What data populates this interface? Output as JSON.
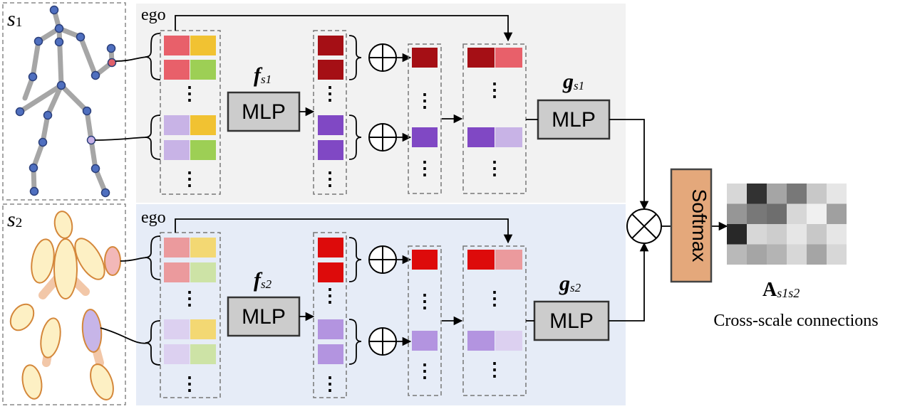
{
  "scale1": {
    "label": "s",
    "label_sub": "1",
    "ego": "ego",
    "f_label": "f",
    "f_sub": "s1",
    "g_label": "g",
    "g_sub": "s1",
    "mlp1": "MLP",
    "mlp2": "MLP"
  },
  "scale2": {
    "label": "s",
    "label_sub": "2",
    "ego": "ego",
    "f_label": "f",
    "f_sub": "s2",
    "g_label": "g",
    "g_sub": "s2",
    "mlp1": "MLP",
    "mlp2": "MLP"
  },
  "softmax": "Softmax",
  "output": {
    "matrix_label": "A",
    "matrix_sub": "s1s2",
    "caption": "Cross-scale connections"
  },
  "ellipsis": "⋮",
  "colors": {
    "panel1_bg": "#f2f2f2",
    "panel2_bg": "#e6ecf7",
    "joint_blue": "#4f6fbf",
    "limb_gray": "#a6a6a6",
    "part_fill": "#fdf0c4",
    "part_stroke": "#d4873a",
    "softmax_fill": "#e4a87b"
  },
  "heatmap": [
    [
      215,
      50,
      165,
      120,
      200,
      230
    ],
    [
      150,
      120,
      110,
      215,
      240,
      160
    ],
    [
      40,
      215,
      205,
      230,
      200,
      230
    ],
    [
      185,
      165,
      180,
      215,
      165,
      215
    ]
  ]
}
